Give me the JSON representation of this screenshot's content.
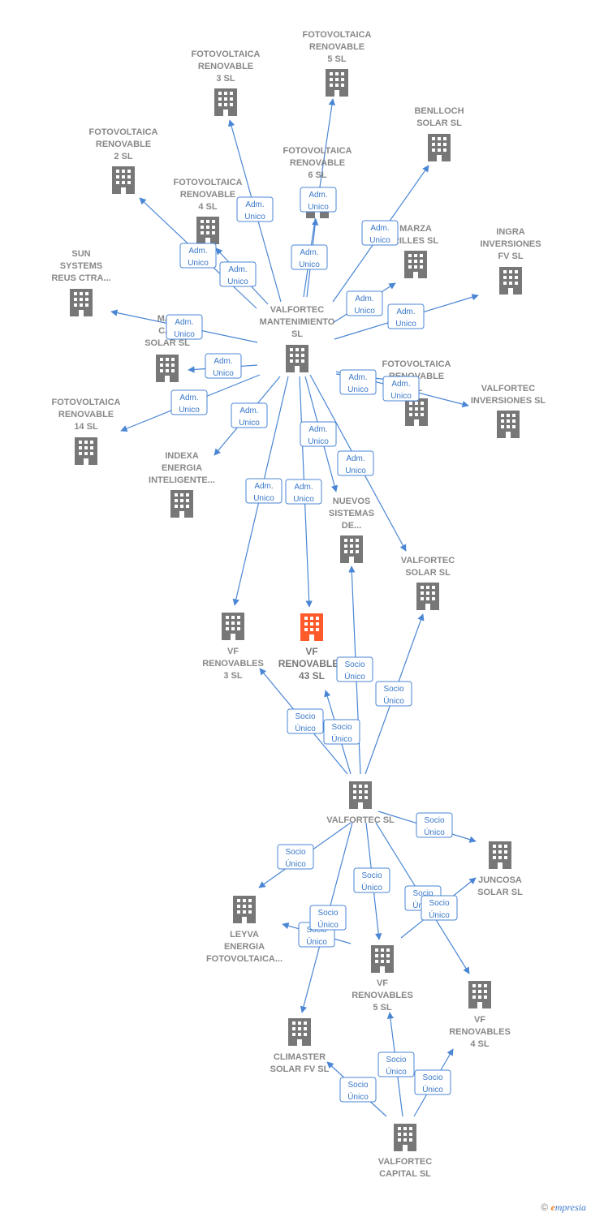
{
  "colors": {
    "node": "#777777",
    "focus_node": "#ff5a2a",
    "edge": "#4a86d4",
    "label": "#888888"
  },
  "icon": "building-icon",
  "footer": {
    "copyright": "©",
    "brand_initial": "e",
    "brand_rest": "mpresia"
  },
  "nodes": [
    {
      "id": "valfortec_mant",
      "lines": [
        "VALFORTEC",
        "MANTENIMIENTO",
        "SL"
      ]
    },
    {
      "id": "fv5",
      "lines": [
        "FOTOVOLTAICA",
        "RENOVABLE",
        "5 SL"
      ]
    },
    {
      "id": "fv3",
      "lines": [
        "FOTOVOLTAICA",
        "RENOVABLE",
        "3 SL"
      ]
    },
    {
      "id": "benlloch",
      "lines": [
        "BENLLOCH",
        "SOLAR SL"
      ]
    },
    {
      "id": "fv2",
      "lines": [
        "FOTOVOLTAICA",
        "RENOVABLE",
        "2 SL"
      ]
    },
    {
      "id": "fv6",
      "lines": [
        "FOTOVOLTAICA",
        "RENOVABLE",
        "6 SL"
      ]
    },
    {
      "id": "fv4",
      "lines": [
        "FOTOVOLTAICA",
        "RENOVABLE",
        "4 SL"
      ]
    },
    {
      "id": "marza",
      "lines": [
        "MARZA",
        "RILLES SL"
      ]
    },
    {
      "id": "ingra",
      "lines": [
        "INGRA",
        "INVERSIONES",
        "FV SL"
      ]
    },
    {
      "id": "sun",
      "lines": [
        "SUN",
        "SYSTEMS",
        "REUS CTRA..."
      ]
    },
    {
      "id": "mas",
      "lines": [
        "MAS",
        "CAT",
        "SOLAR SL"
      ]
    },
    {
      "id": "fvr",
      "lines": [
        "FOTOVOLTAICA",
        "RENOVABLE",
        "SL"
      ]
    },
    {
      "id": "valfortec_inv",
      "lines": [
        "VALFORTEC",
        "INVERSIONES SL"
      ]
    },
    {
      "id": "fv14",
      "lines": [
        "FOTOVOLTAICA",
        "RENOVABLE",
        "14 SL"
      ]
    },
    {
      "id": "indexa",
      "lines": [
        "INDEXA",
        "ENERGIA",
        "INTELIGENTE..."
      ]
    },
    {
      "id": "nuevos",
      "lines": [
        "NUEVOS",
        "SISTEMAS",
        "DE..."
      ]
    },
    {
      "id": "valfortec_solar",
      "lines": [
        "VALFORTEC",
        "SOLAR SL"
      ]
    },
    {
      "id": "vf3",
      "lines": [
        "VF",
        "RENOVABLES",
        "3 SL"
      ]
    },
    {
      "id": "vf43",
      "lines": [
        "VF",
        "RENOVABLES",
        "43 SL"
      ]
    },
    {
      "id": "valfortec",
      "lines": [
        "VALFORTEC SL"
      ]
    },
    {
      "id": "juncosa",
      "lines": [
        "JUNCOSA",
        "SOLAR SL"
      ]
    },
    {
      "id": "leyva",
      "lines": [
        "LEYVA",
        "ENERGIA",
        "FOTOVOLTAICA..."
      ]
    },
    {
      "id": "vf5",
      "lines": [
        "VF",
        "RENOVABLES",
        "5 SL"
      ]
    },
    {
      "id": "vf4",
      "lines": [
        "VF",
        "RENOVABLES",
        "4 SL"
      ]
    },
    {
      "id": "climaster",
      "lines": [
        "CLIMASTER",
        "SOLAR FV SL"
      ]
    },
    {
      "id": "valfortec_cap",
      "lines": [
        "VALFORTEC",
        "CAPITAL SL"
      ]
    }
  ],
  "edges": [
    {
      "from": "valfortec_mant",
      "to": "fv5",
      "label": [
        "Adm.",
        "Unico"
      ]
    },
    {
      "from": "valfortec_mant",
      "to": "fv3",
      "label": [
        "Adm.",
        "Unico"
      ]
    },
    {
      "from": "valfortec_mant",
      "to": "fv6",
      "label": [
        "Adm.",
        "Unico"
      ]
    },
    {
      "from": "valfortec_mant",
      "to": "benlloch",
      "label": [
        "Adm.",
        "Unico"
      ]
    },
    {
      "from": "valfortec_mant",
      "to": "fv2",
      "label": [
        "Adm.",
        "Unico"
      ]
    },
    {
      "from": "valfortec_mant",
      "to": "fv4",
      "label": [
        "Adm.",
        "Unico"
      ]
    },
    {
      "from": "valfortec_mant",
      "to": "marza",
      "label": [
        "Adm.",
        "Unico"
      ]
    },
    {
      "from": "valfortec_mant",
      "to": "ingra",
      "label": [
        "Adm.",
        "Unico"
      ]
    },
    {
      "from": "valfortec_mant",
      "to": "sun",
      "label": [
        "Adm.",
        "Unico"
      ]
    },
    {
      "from": "valfortec_mant",
      "to": "mas",
      "label": [
        "Adm.",
        "Unico"
      ]
    },
    {
      "from": "valfortec_mant",
      "to": "fvr",
      "label": [
        "Adm.",
        "Unico"
      ]
    },
    {
      "from": "valfortec_mant",
      "to": "valfortec_inv",
      "label": [
        "Adm.",
        "Unico"
      ]
    },
    {
      "from": "valfortec_mant",
      "to": "fv14",
      "label": [
        "Adm.",
        "Unico"
      ]
    },
    {
      "from": "valfortec_mant",
      "to": "indexa",
      "label": [
        "Adm.",
        "Unico"
      ]
    },
    {
      "from": "valfortec_mant",
      "to": "nuevos",
      "label": [
        "Adm.",
        "Unico"
      ]
    },
    {
      "from": "valfortec_mant",
      "to": "valfortec_solar",
      "label": [
        "Adm.",
        "Unico"
      ]
    },
    {
      "from": "valfortec_mant",
      "to": "vf3",
      "label": [
        "Adm.",
        "Unico"
      ]
    },
    {
      "from": "valfortec_mant",
      "to": "vf43",
      "label": [
        "Adm.",
        "Unico"
      ]
    },
    {
      "from": "valfortec",
      "to": "nuevos",
      "label": [
        "Socio",
        "Único"
      ]
    },
    {
      "from": "valfortec",
      "to": "valfortec_solar",
      "label": [
        "Socio",
        "Único"
      ]
    },
    {
      "from": "valfortec",
      "to": "vf3",
      "label": [
        "Socio",
        "Único"
      ]
    },
    {
      "from": "valfortec",
      "to": "vf43",
      "label": [
        "Socio",
        "Único"
      ]
    },
    {
      "from": "valfortec",
      "to": "juncosa",
      "label": [
        "Socio",
        "Único"
      ]
    },
    {
      "from": "valfortec",
      "to": "leyva",
      "label": [
        "Socio",
        "Único"
      ]
    },
    {
      "from": "valfortec",
      "to": "vf5",
      "label": [
        "Socio",
        "Único"
      ]
    },
    {
      "from": "valfortec",
      "to": "vf4",
      "label": [
        "Socio",
        "Único"
      ]
    },
    {
      "from": "valfortec",
      "to": "climaster",
      "label": [
        "Socio",
        "Único"
      ]
    },
    {
      "from": "vf5",
      "to": "juncosa",
      "label": [
        "Socio",
        "Único"
      ]
    },
    {
      "from": "vf5",
      "to": "leyva",
      "label": [
        "Socio",
        "Único"
      ]
    },
    {
      "from": "valfortec_cap",
      "to": "vf5",
      "label": [
        "Socio",
        "Único"
      ]
    },
    {
      "from": "valfortec_cap",
      "to": "vf4",
      "label": [
        "Socio",
        "Único"
      ]
    },
    {
      "from": "valfortec_cap",
      "to": "climaster",
      "label": [
        "Socio",
        "Único"
      ]
    }
  ]
}
